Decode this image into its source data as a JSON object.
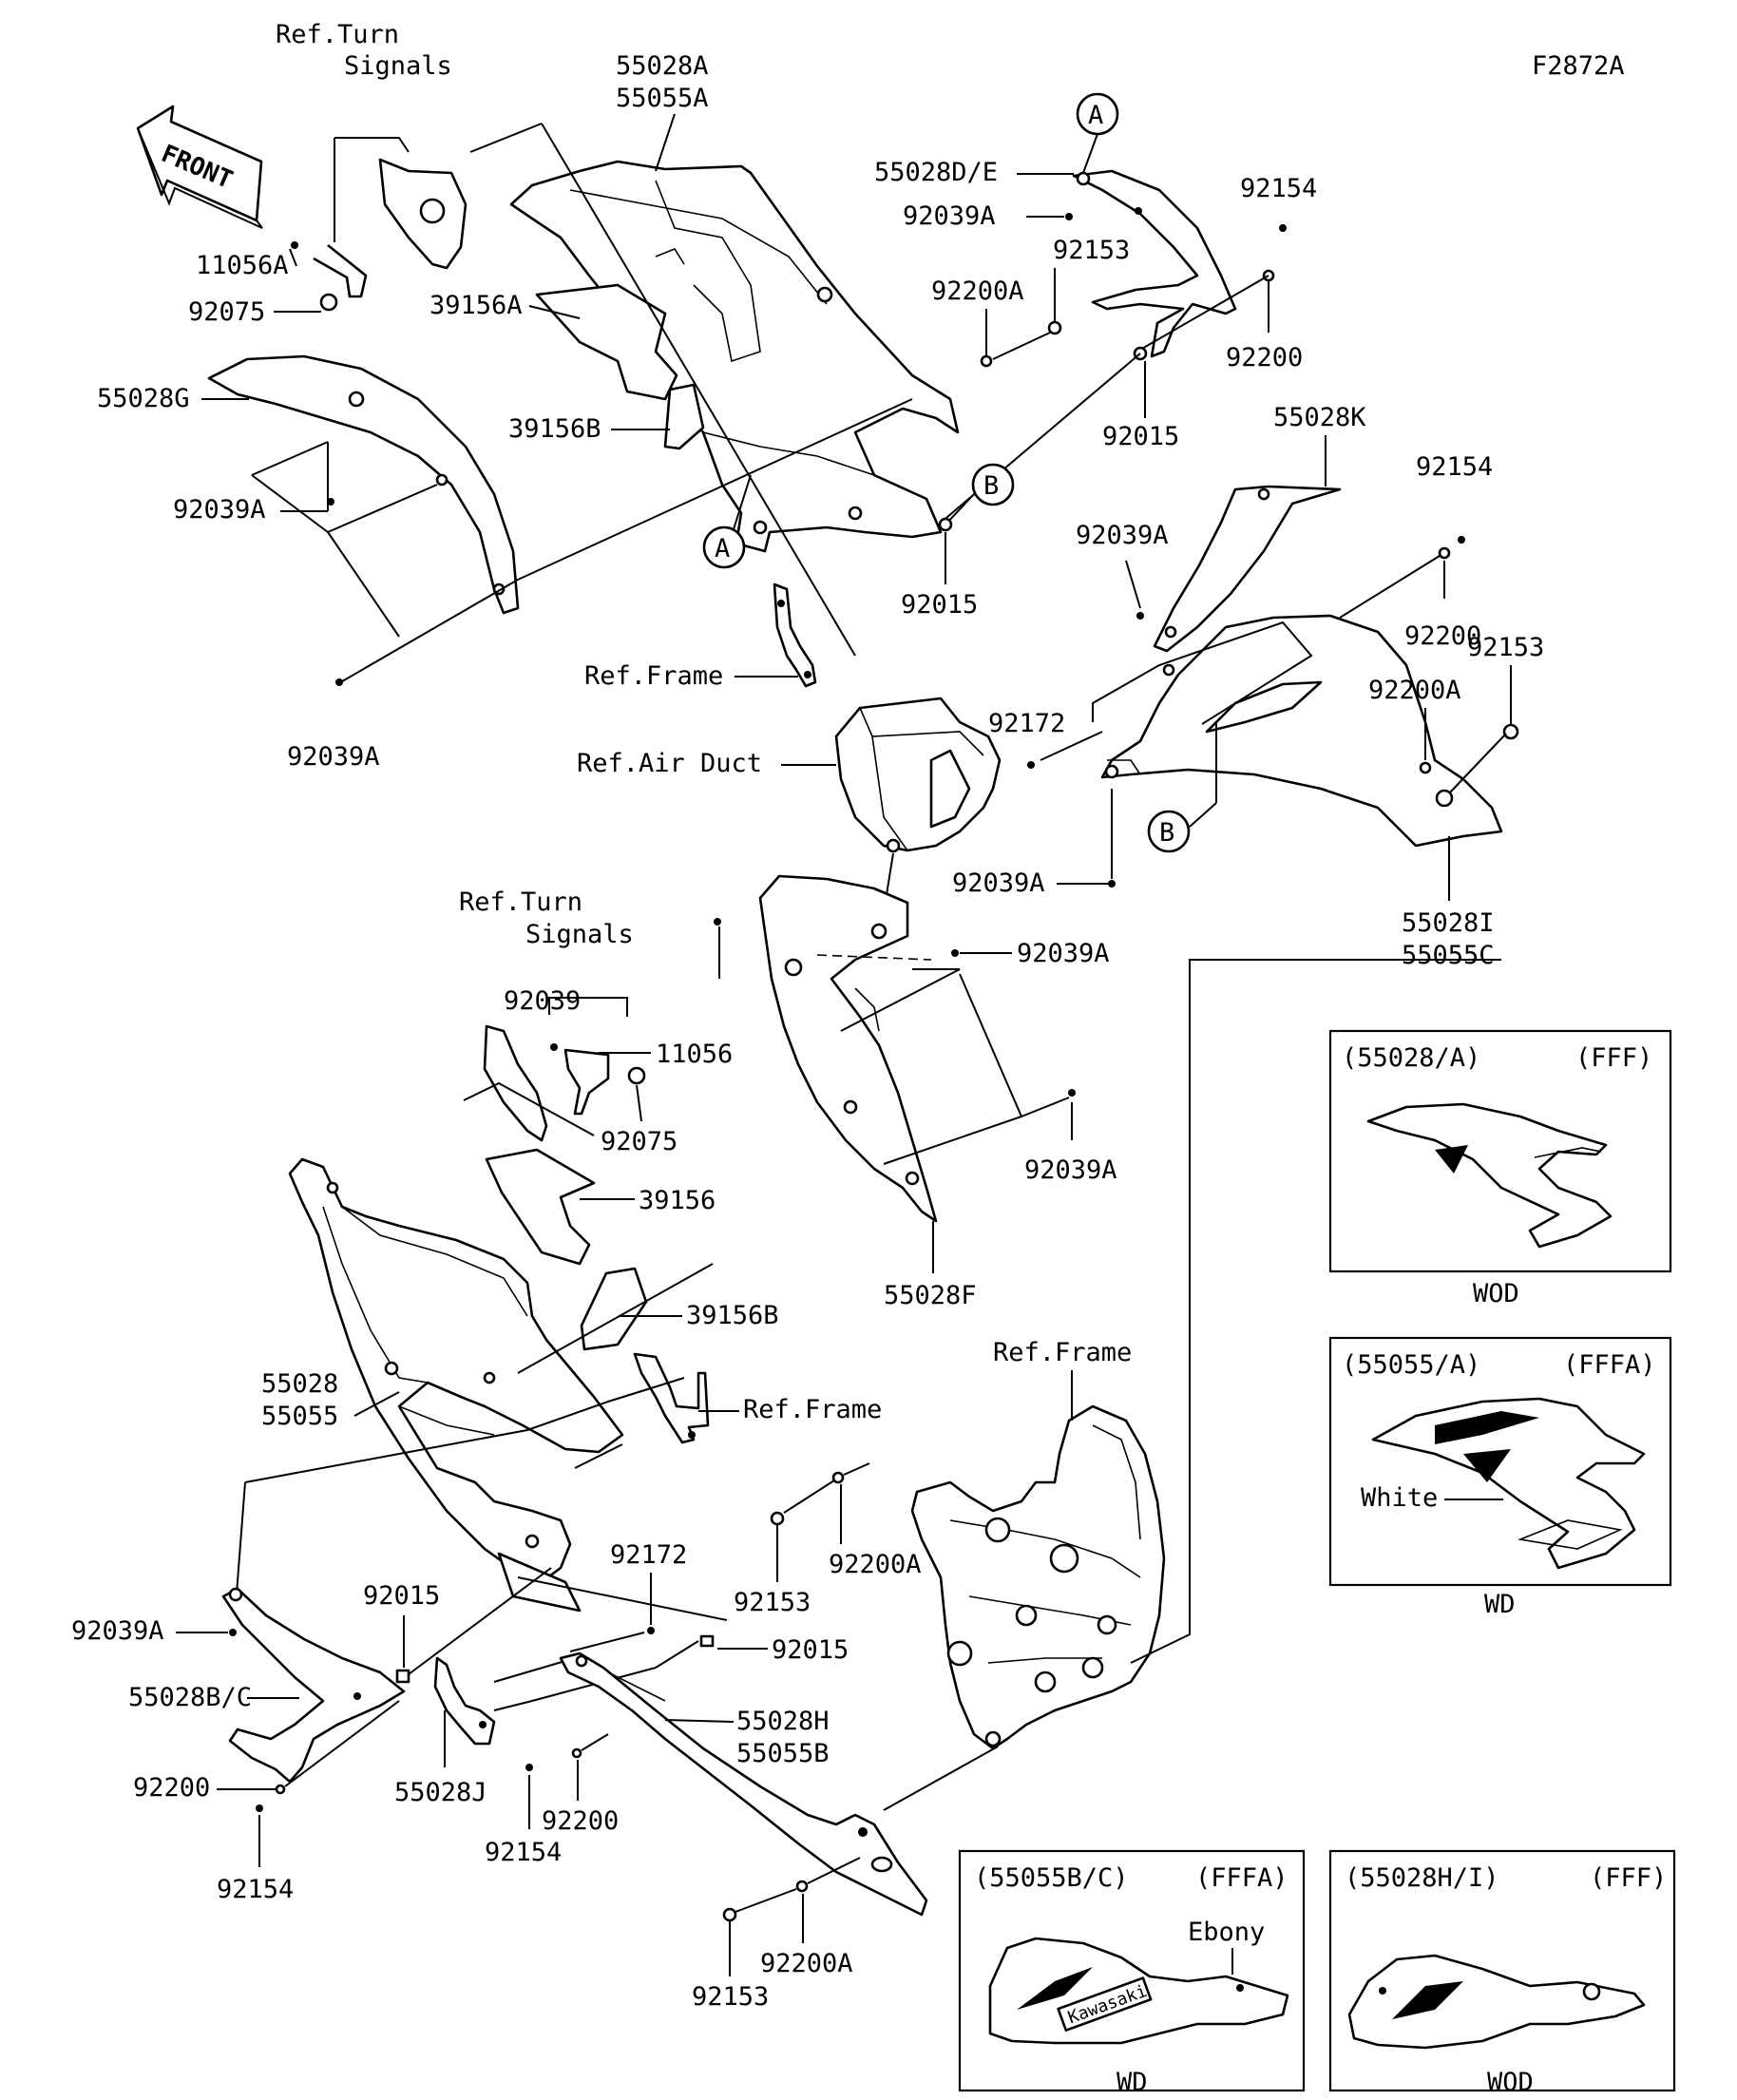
{
  "figure_id": "F2872A",
  "front_label": "FRONT",
  "labels": {
    "ref_turn_signals_1a": "Ref.Turn",
    "ref_turn_signals_1b": "Signals",
    "p55028A": "55028A",
    "p55055A": "55055A",
    "p11056A": "11056A",
    "p92075a": "92075",
    "p39156A": "39156A",
    "p39156B_top": "39156B",
    "p55028G": "55028G",
    "p92039A_left": "92039A",
    "p92039A_bottom_left": "92039A",
    "ref_frame_1": "Ref.Frame",
    "ref_air_duct": "Ref.Air Duct",
    "p55028DE": "55028D/E",
    "p92039A_upper": "92039A",
    "p92153_upper": "92153",
    "p92200A_upper": "92200A",
    "p92154_tr": "92154",
    "p92200_tr": "92200",
    "p92015_top": "92015",
    "p92015_mid": "92015",
    "p55028K": "55028K",
    "p92154_r": "92154",
    "p92039A_r": "92039A",
    "p92200_r": "92200",
    "p92153_r": "92153",
    "p92200A_r": "92200A",
    "p92172_top": "92172",
    "p92039A_duct": "92039A",
    "p55028I": "55028I",
    "p55055C": "55055C",
    "ref_turn_signals_2a": "Ref.Turn",
    "ref_turn_signals_2b": "Signals",
    "p92039_mid": "92039",
    "p92039A_mid": "92039A",
    "p11056": "11056",
    "p92075b": "92075",
    "p92039A_mid2": "92039A",
    "p39156": "39156",
    "p55028F": "55028F",
    "p39156B": "39156B",
    "ref_frame_2": "Ref.Frame",
    "ref_frame_3": "Ref.Frame",
    "p55028": "55028",
    "p55055": "55055",
    "p92153_low": "92153",
    "p92200A_low": "92200A",
    "p92172_low": "92172",
    "p92015_low_left": "92015",
    "p92015_low_right": "92015",
    "p92039A_low": "92039A",
    "p55028BC": "55028B/C",
    "p55028H": "55028H",
    "p55055B": "55055B",
    "p92200_low": "92200",
    "p92154_low": "92154",
    "p55028J": "55028J",
    "p92154_low2": "92154",
    "p92200_low2": "92200",
    "p92200A_bottom": "92200A",
    "p92153_bottom": "92153",
    "callout_A": "A",
    "callout_B": "B"
  },
  "insets": [
    {
      "code": "(55028/A)",
      "finish": "(FFF)",
      "color_code": "WOD",
      "note": ""
    },
    {
      "code": "(55055/A)",
      "finish": "(FFFA)",
      "color_code": "WD",
      "note": "White"
    },
    {
      "code": "(55055B/C)",
      "finish": "(FFFA)",
      "color_code": "WD",
      "note": "Ebony"
    },
    {
      "code": "(55028H/I)",
      "finish": "(FFF)",
      "color_code": "WOD",
      "note": ""
    }
  ],
  "decal_text": "Kawasaki"
}
